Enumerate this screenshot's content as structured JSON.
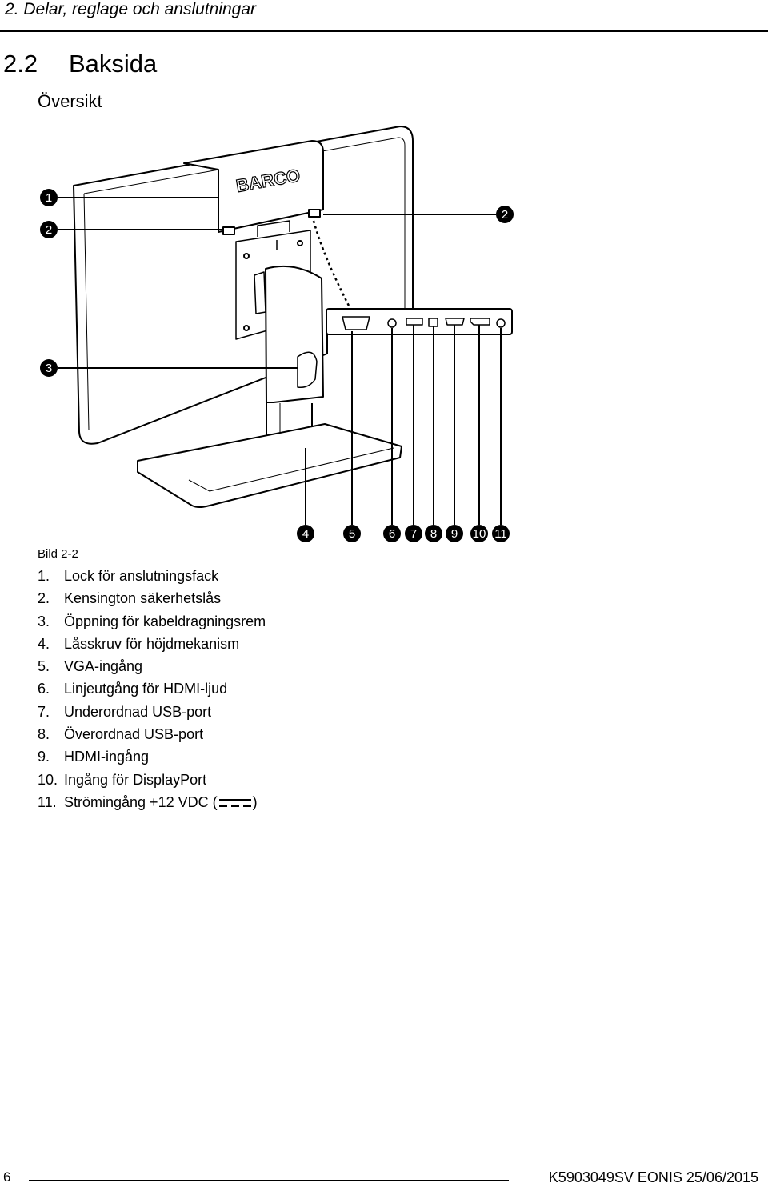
{
  "header": {
    "chapter_title": "2. Delar, reglage och anslutningar",
    "section_number": "2.2",
    "section_title": "Baksida",
    "subsection_title": "Översikt"
  },
  "figure": {
    "brand_logo_text": "BARCO",
    "left_callouts": [
      "1",
      "2",
      "3"
    ],
    "right_callout": "2",
    "bottom_callouts": [
      "4",
      "5",
      "6",
      "7",
      "8",
      "9",
      "10",
      "11"
    ]
  },
  "caption": "Bild 2-2",
  "legend": {
    "items": [
      {
        "num": "1.",
        "text": "Lock för anslutningsfack"
      },
      {
        "num": "2.",
        "text": "Kensington säkerhetslås"
      },
      {
        "num": "3.",
        "text": "Öppning för kabeldragningsrem"
      },
      {
        "num": "4.",
        "text": "Låsskruv för höjdmekanism"
      },
      {
        "num": "5.",
        "text": "VGA-ingång"
      },
      {
        "num": "6.",
        "text": "Linjeutgång för HDMI-ljud"
      },
      {
        "num": "7.",
        "text": "Underordnad USB-port"
      },
      {
        "num": "8.",
        "text": "Överordnad USB-port"
      },
      {
        "num": "9.",
        "text": "HDMI-ingång"
      },
      {
        "num": "10.",
        "text": "Ingång för DisplayPort"
      }
    ],
    "last_item": {
      "num": "11.",
      "text": "Strömingång +12 VDC (",
      "suffix": ")"
    }
  },
  "footer": {
    "page_number": "6",
    "doc_id": "K5903049SV  EONIS 25/06/2015"
  }
}
